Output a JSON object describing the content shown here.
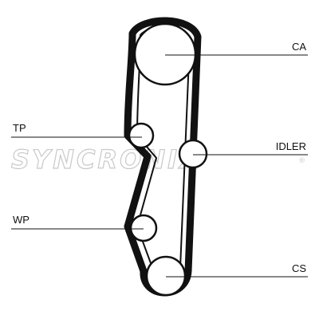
{
  "watermark": {
    "brand": "SYNCRONIX",
    "registered_mark": "®"
  },
  "diagram": {
    "labels": {
      "ca": "CA",
      "tp": "TP",
      "idler": "IDLER",
      "wp": "WP",
      "cs": "CS"
    }
  },
  "colors": {
    "belt": "#111111",
    "leader": "#111111",
    "watermark": "#c9c9c9"
  }
}
